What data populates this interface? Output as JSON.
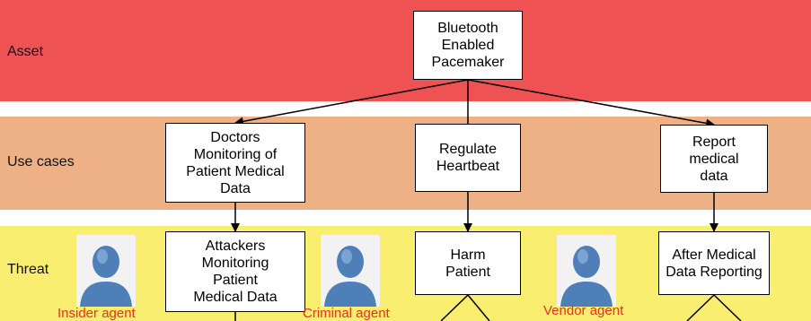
{
  "colors": {
    "asset_band": "#ef5253",
    "usecase_band": "#eeb185",
    "threat_band": "#f9ee6f",
    "agent_label": "#e8321d",
    "agent_figure": "#4f7fb8"
  },
  "bands": {
    "asset": "Asset",
    "use_cases": "Use cases",
    "threat": "Threat"
  },
  "nodes": {
    "pacemaker": "Bluetooth\nEnabled\nPacemaker",
    "doctors_monitoring": "Doctors\nMonitoring of\nPatient Medical\nData",
    "regulate_heartbeat": "Regulate\nHeartbeat",
    "report_medical_data": "Report\nmedical\ndata",
    "attackers_monitoring": "Attackers\nMonitoring\nPatient\nMedical Data",
    "harm_patient": "Harm\nPatient",
    "after_medical_reporting": "After Medical\nData Reporting"
  },
  "agents": {
    "insider": {
      "label": "Insider agent",
      "icon": "person-icon"
    },
    "criminal": {
      "label": "Criminal agent",
      "icon": "person-icon"
    },
    "vendor": {
      "label": "Vendor agent",
      "icon": "person-icon"
    }
  }
}
